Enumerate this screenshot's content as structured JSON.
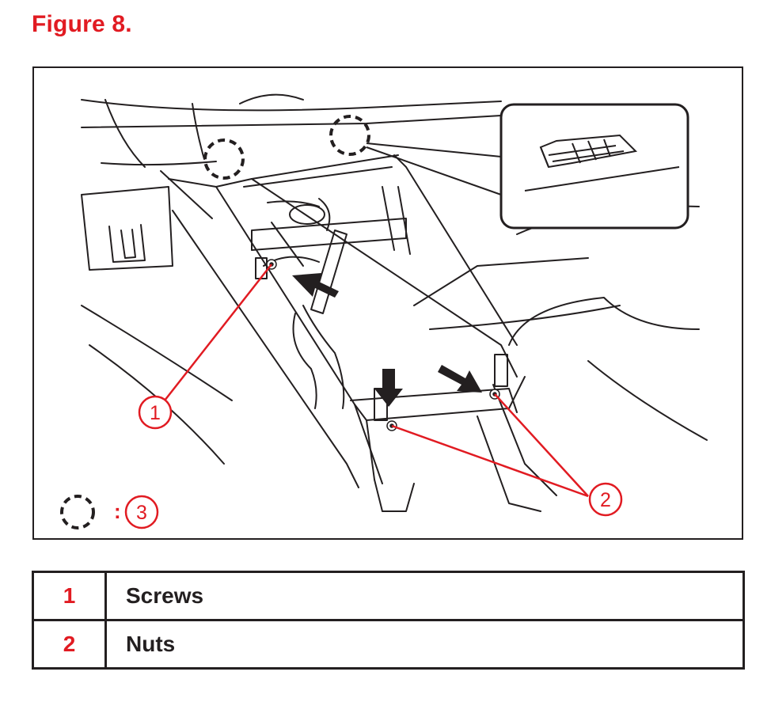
{
  "figure": {
    "title": "Figure 8."
  },
  "callouts": {
    "c1": "1",
    "c2": "2",
    "c3": "3"
  },
  "key": {
    "colon": ":"
  },
  "legend": [
    {
      "number": "1",
      "label": "Screws"
    },
    {
      "number": "2",
      "label": "Nuts"
    }
  ],
  "colors": {
    "accent": "#e11b22",
    "line": "#231f20"
  }
}
